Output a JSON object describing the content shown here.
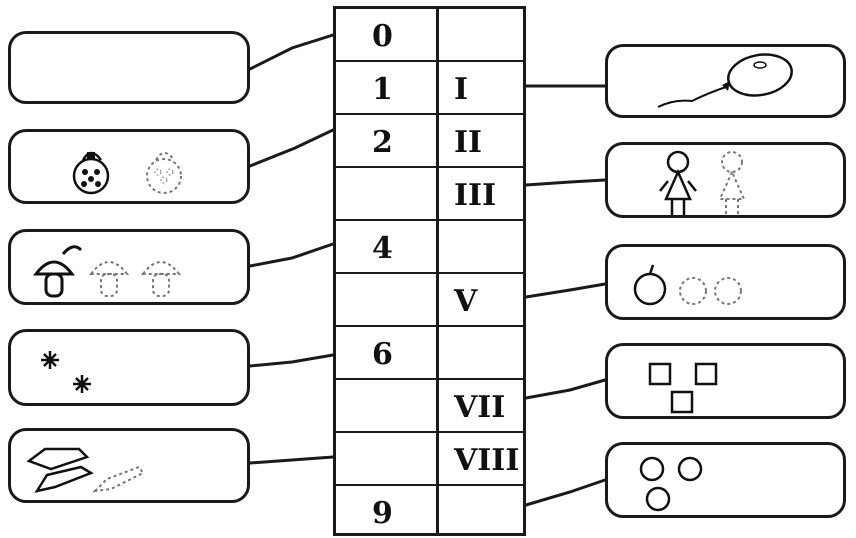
{
  "rows": [
    {
      "arabic": "0",
      "roman": ""
    },
    {
      "arabic": "1",
      "roman": "I"
    },
    {
      "arabic": "2",
      "roman": "II"
    },
    {
      "arabic": "",
      "roman": "III"
    },
    {
      "arabic": "4",
      "roman": ""
    },
    {
      "arabic": "",
      "roman": "V"
    },
    {
      "arabic": "6",
      "roman": ""
    },
    {
      "arabic": "",
      "roman": "VII"
    },
    {
      "arabic": "",
      "roman": "VIII"
    },
    {
      "arabic": "9",
      "roman": ""
    }
  ],
  "left_cards": [
    {
      "icon": "empty-card"
    },
    {
      "icon": "ornament-icon"
    },
    {
      "icon": "mushroom-icon"
    },
    {
      "icon": "snowflake-icon"
    },
    {
      "icon": "pencil-icon"
    }
  ],
  "right_cards": [
    {
      "icon": "balloon-icon"
    },
    {
      "icon": "doll-icon"
    },
    {
      "icon": "apple-icon"
    },
    {
      "icon": "square-icon"
    },
    {
      "icon": "circle-icon"
    }
  ],
  "colors": {
    "ink": "#1a1a1a",
    "background": "#ffffff"
  }
}
